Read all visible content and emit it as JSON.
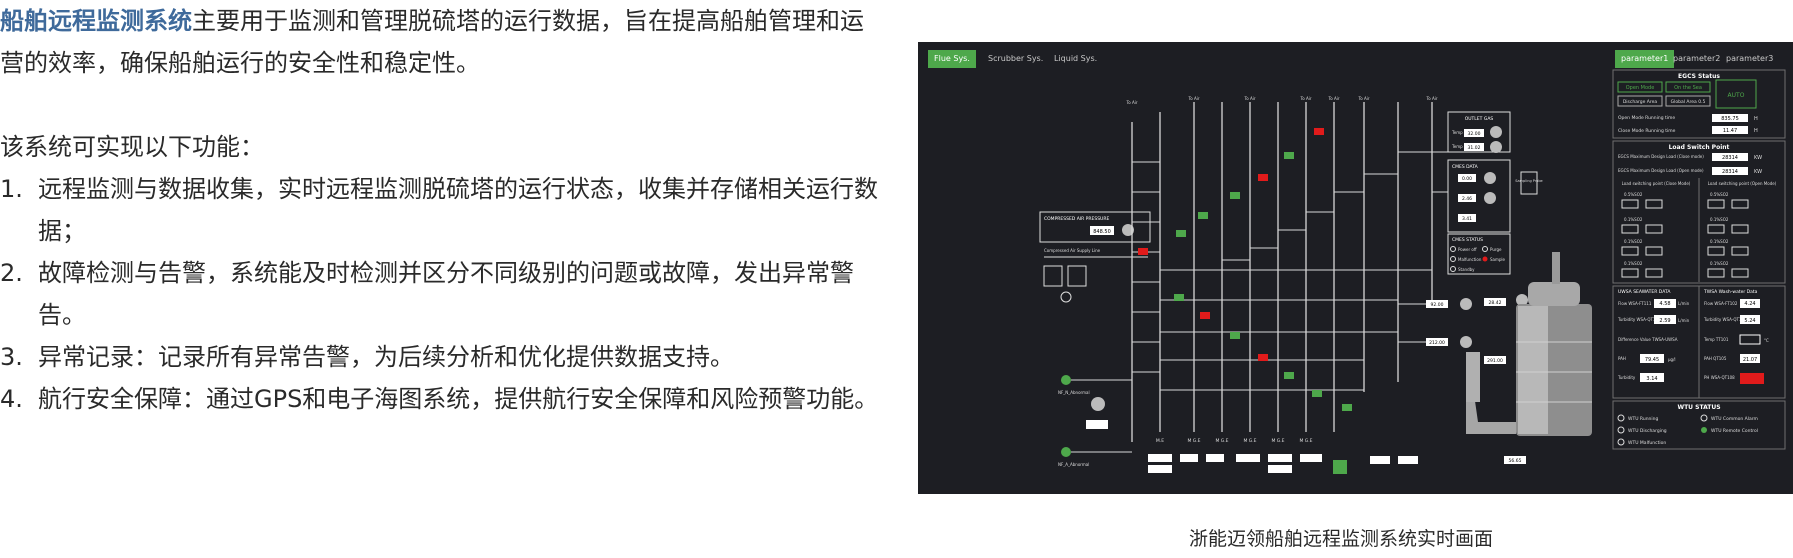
{
  "article": {
    "intro_highlight": "船舶远程监测系统",
    "intro_rest": "主要用于监测和管理脱硫塔的运行数据，旨在提高船舶管理和运营的效率，确保船舶运行的安全性和稳定性。",
    "features_intro": "该系统可实现以下功能：",
    "features": [
      {
        "num": "1.",
        "text": "远程监测与数据收集，实时远程监测脱硫塔的运行状态，收集并存储相关运行数据；"
      },
      {
        "num": "2.",
        "text": "故障检测与告警，系统能及时检测并区分不同级别的问题或故障，发出异常警告。"
      },
      {
        "num": "3.",
        "text": "异常记录：记录所有异常告警，为后续分析和优化提供数据支持。"
      },
      {
        "num": "4.",
        "text": "航行安全保障：通过GPS和电子海图系统，提供航行安全保障和风险预警功能。"
      }
    ],
    "caption": "浙能迈领船舶远程监测系统实时画面"
  },
  "screen": {
    "colors": {
      "bg": "#1d1e23",
      "accent": "#4ea84b",
      "alarm": "#e11b1b",
      "pipe": "#d8d8d8"
    },
    "tabs_left": [
      "Flue Sys.",
      "Scrubber Sys.",
      "Liquid Sys."
    ],
    "tabs_right": [
      "parameter1",
      "parameter2",
      "parameter3"
    ],
    "egcs": {
      "title": "EGCS Status",
      "btn1": "Open Mode",
      "btn2": "On the Sea",
      "btn3": "Discharge Area",
      "btn4": "Global Area 0.5",
      "mode": "AUTO",
      "open_label": "Open Mode Running time",
      "open_val": "835.75",
      "open_unit": "H",
      "close_label": "Close Mode Running time",
      "close_val": "11.47",
      "close_unit": "H"
    },
    "load": {
      "title": "Load Switch Point",
      "row1_label": "EGCS Maximum Design Load (Close mode)",
      "row1_val": "28314",
      "row1_unit": "KW",
      "row2_label": "EGCS Maximum Design Load (Open mode)",
      "row2_val": "28314",
      "row2_unit": "KW",
      "col1": "Load switching point (Close Mode)",
      "col2": "Load switching point (Open Mode)",
      "r1": "0.5%SO2",
      "r2": "0.1%SO2",
      "r3": "0.1%SO2",
      "r4": "0.1%SO2"
    },
    "water": {
      "left_title": "UWSA SEAWATER DATA",
      "right_title": "TWSA Wash-water Data",
      "flow_label": "Flow WSA-FT111",
      "flow_val": "4.58",
      "flow_unit": "L/min",
      "turb_label": "Turbidity WSA-QT103",
      "turb_val": "2.59",
      "turb_unit": "L/min",
      "diff_label": "Difference Value TWSA-UWSA",
      "pah_label": "PAH",
      "pah_val": "79.45",
      "pah_unit": "µg/l",
      "turb2_label": "Turbidity",
      "turb2_val": "3.14",
      "flow2_label": "Flow WSA-FT102",
      "flow2_val": "4.24",
      "turb3_label": "Turbidity WSA-QT104",
      "turb3_val": "5.24",
      "temp_label": "Temp TT101",
      "temp_unit": "°C",
      "pah2_label": "PAH QT105",
      "pah2_val": "21.07",
      "ph_label": "PH WSA-QT108"
    },
    "wtu": {
      "title": "WTU STATUS",
      "items": [
        "WTU Running",
        "WTU Common Alarm",
        "WTU Discharging",
        "WTU Remote Control",
        "WTU Malfunction"
      ]
    },
    "outlet": {
      "title": "OUTLET GAS",
      "temp1_label": "Temp",
      "temp1_val": "32.00",
      "temp2_label": "Temp",
      "temp2_val": "31.02",
      "cems": "CMES DATA",
      "cems1": "0.00",
      "cems2": "2.46",
      "cems3": "3.41",
      "cems_status": "CMES STATUS",
      "s1": "Power off",
      "s2": "Purge",
      "s3": "Malfunction",
      "s4": "Sample",
      "s5": "Standby",
      "sampling": "Sampling Probe"
    },
    "air": {
      "title": "COMPRESSED AIR PRESSURE",
      "val": "848.50",
      "sub": "Compressed Air Supply Line"
    },
    "pipes": {
      "tops": [
        "To Air",
        "To Air",
        "To Air",
        "To Air",
        "To Air",
        "To Air",
        "To Air"
      ],
      "bottoms": [
        "M.E",
        "M G.E",
        "M G.E",
        "M G.E",
        "M G.E",
        "M G.E"
      ]
    },
    "misc": {
      "nw1": "NF_N_Abnormal",
      "nw2": "NF_A_Abnormal",
      "p1": "92.00",
      "p2": "212.00",
      "p3": "291.00",
      "p4": "28.42",
      "p5": "56.65"
    }
  }
}
